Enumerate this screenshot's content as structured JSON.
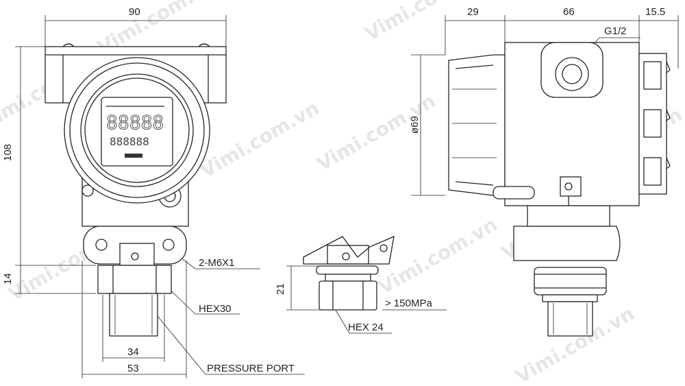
{
  "watermark": "Vimi.com.vn",
  "front_view": {
    "width_dim": "90",
    "height_dim": "108",
    "block_dim": "14",
    "port_dim": "34",
    "base_dim": "53",
    "bolt_label": "2-M6X1",
    "hex_label": "HEX30",
    "port_label": "PRESSURE PORT"
  },
  "high_pressure_view": {
    "height_dim": "21",
    "hex_label": "HEX 24",
    "pressure_label": "> 150MPa"
  },
  "side_view": {
    "cap_dim": "29",
    "body_dim": "66",
    "rear_dim": "15.5",
    "diameter_dim": "ø69",
    "thread_label": "G1/2"
  }
}
